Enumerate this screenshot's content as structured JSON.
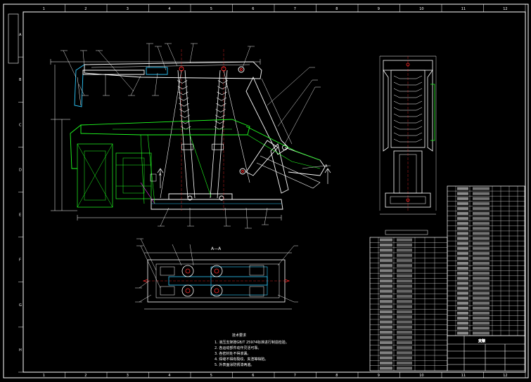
{
  "drawing": {
    "section_label": "A—A",
    "section_marker_left": "A",
    "section_marker_right": "A",
    "border_numbers_top": [
      "1",
      "2",
      "3",
      "4",
      "5",
      "6",
      "7",
      "8",
      "9",
      "10",
      "11",
      "12"
    ],
    "border_numbers_bottom": [
      "1",
      "2",
      "3",
      "4",
      "5",
      "6",
      "7",
      "8",
      "9",
      "10",
      "11",
      "12"
    ],
    "border_letters_left": [
      "A",
      "B",
      "C",
      "D",
      "E",
      "F",
      "G",
      "H"
    ],
    "notes_title": "技术要求",
    "notes": [
      "1. 液压支架按GB/T 25974标准进行制造检验。",
      "2. 各运动部件动作灵活可靠。",
      "3. 各密封处不得渗漏。",
      "4. 焊缝不得有裂纹、夹渣等缺陷。",
      "5. 外表面涂防锈漆两遍。"
    ],
    "title_block_name": "支架",
    "colors": {
      "background": "#000000",
      "line_main": "#ffffff",
      "line_green": "#21ff21",
      "line_cyan": "#2ecbff",
      "line_red": "#ff2a2a",
      "line_magenta": "#ff44ff"
    }
  }
}
